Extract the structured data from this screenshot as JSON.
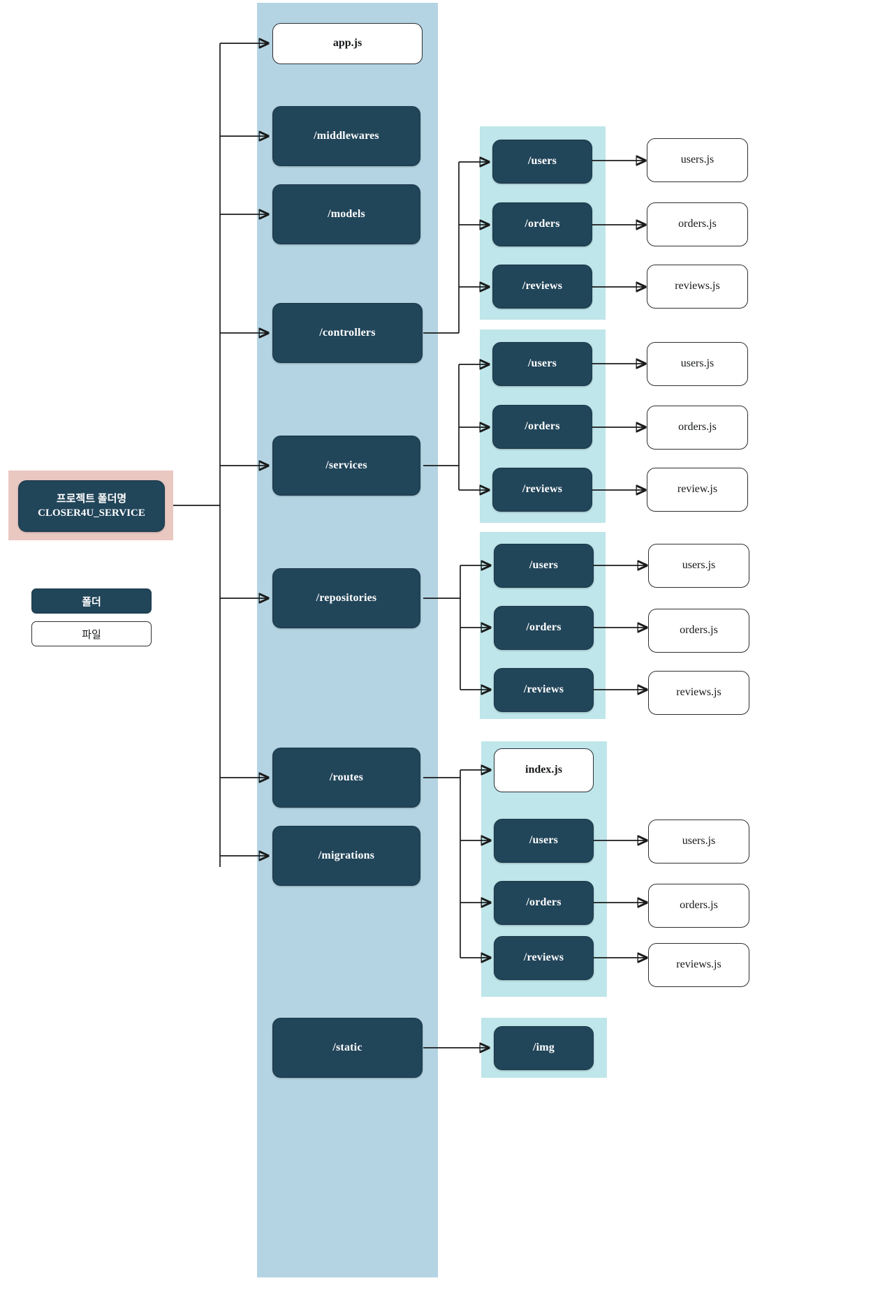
{
  "diagram": {
    "title_root_line1": "프로젝트 폴더명",
    "title_root_line2": "CLOSER4U_SERVICE",
    "legend": {
      "folder_label": "폴더",
      "file_label": "파일"
    },
    "colors": {
      "folder_fill": "#214559",
      "file_fill": "#ffffff",
      "root_highlight": "#e9c8c2",
      "level1_band": "#b4d4e3",
      "level2_band": "#bfe6ea",
      "connector": "#1b1b1b"
    },
    "level1": [
      {
        "label": "app.js",
        "type": "file"
      },
      {
        "label": "/middlewares",
        "type": "folder"
      },
      {
        "label": "/models",
        "type": "folder"
      },
      {
        "label": "/controllers",
        "type": "folder"
      },
      {
        "label": "/services",
        "type": "folder"
      },
      {
        "label": "/repositories",
        "type": "folder"
      },
      {
        "label": "/routes",
        "type": "folder"
      },
      {
        "label": "/migrations",
        "type": "folder"
      },
      {
        "label": "/static",
        "type": "folder"
      }
    ],
    "groups": [
      {
        "parent": "/controllers",
        "children": [
          {
            "label": "/users",
            "type": "folder",
            "file": {
              "label": "users.js",
              "type": "file"
            }
          },
          {
            "label": "/orders",
            "type": "folder",
            "file": {
              "label": "orders.js",
              "type": "file"
            }
          },
          {
            "label": "/reviews",
            "type": "folder",
            "file": {
              "label": "reviews.js",
              "type": "file"
            }
          }
        ]
      },
      {
        "parent": "/services",
        "children": [
          {
            "label": "/users",
            "type": "folder",
            "file": {
              "label": "users.js",
              "type": "file"
            }
          },
          {
            "label": "/orders",
            "type": "folder",
            "file": {
              "label": "orders.js",
              "type": "file"
            }
          },
          {
            "label": "/reviews",
            "type": "folder",
            "file": {
              "label": "review.js",
              "type": "file"
            }
          }
        ]
      },
      {
        "parent": "/repositories",
        "children": [
          {
            "label": "/users",
            "type": "folder",
            "file": {
              "label": "users.js",
              "type": "file"
            }
          },
          {
            "label": "/orders",
            "type": "folder",
            "file": {
              "label": "orders.js",
              "type": "file"
            }
          },
          {
            "label": "/reviews",
            "type": "folder",
            "file": {
              "label": "reviews.js",
              "type": "file"
            }
          }
        ]
      },
      {
        "parent": "/routes",
        "children": [
          {
            "label": "index.js",
            "type": "file",
            "file": null
          },
          {
            "label": "/users",
            "type": "folder",
            "file": {
              "label": "users.js",
              "type": "file"
            }
          },
          {
            "label": "/orders",
            "type": "folder",
            "file": {
              "label": "orders.js",
              "type": "file"
            }
          },
          {
            "label": "/reviews",
            "type": "folder",
            "file": {
              "label": "reviews.js",
              "type": "file"
            }
          }
        ]
      },
      {
        "parent": "/static",
        "children": [
          {
            "label": "/img",
            "type": "folder",
            "file": null
          }
        ]
      }
    ]
  }
}
